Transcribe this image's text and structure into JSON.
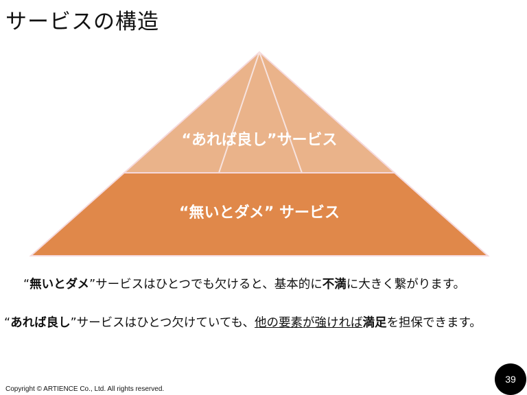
{
  "title": "サービスの構造",
  "pyramid": {
    "top_label": "“あれば良し”サービス",
    "bottom_label": "“無いとダメ” サービス",
    "colors": {
      "top": "#EAB38A",
      "bottom": "#E0884A",
      "outline": "#F5D9DC"
    }
  },
  "line1": {
    "q_open": "“",
    "bold1": "無いとダメ",
    "t1": "”サービスはひとつでも欠けると、基本的に",
    "bold2": "不満",
    "t2": "に大きく繋がります。"
  },
  "line2": {
    "q_open": "“",
    "bold1": "あれば良し",
    "t1": "”サービスはひとつ欠けていても、",
    "underline": "他の要素が強ければ",
    "bold2": "満足",
    "t2": "を担保できます。"
  },
  "footer": {
    "copyright": "Copyright © ARTIENCE Co., Ltd. All rights reserved.",
    "page_number": "39"
  }
}
